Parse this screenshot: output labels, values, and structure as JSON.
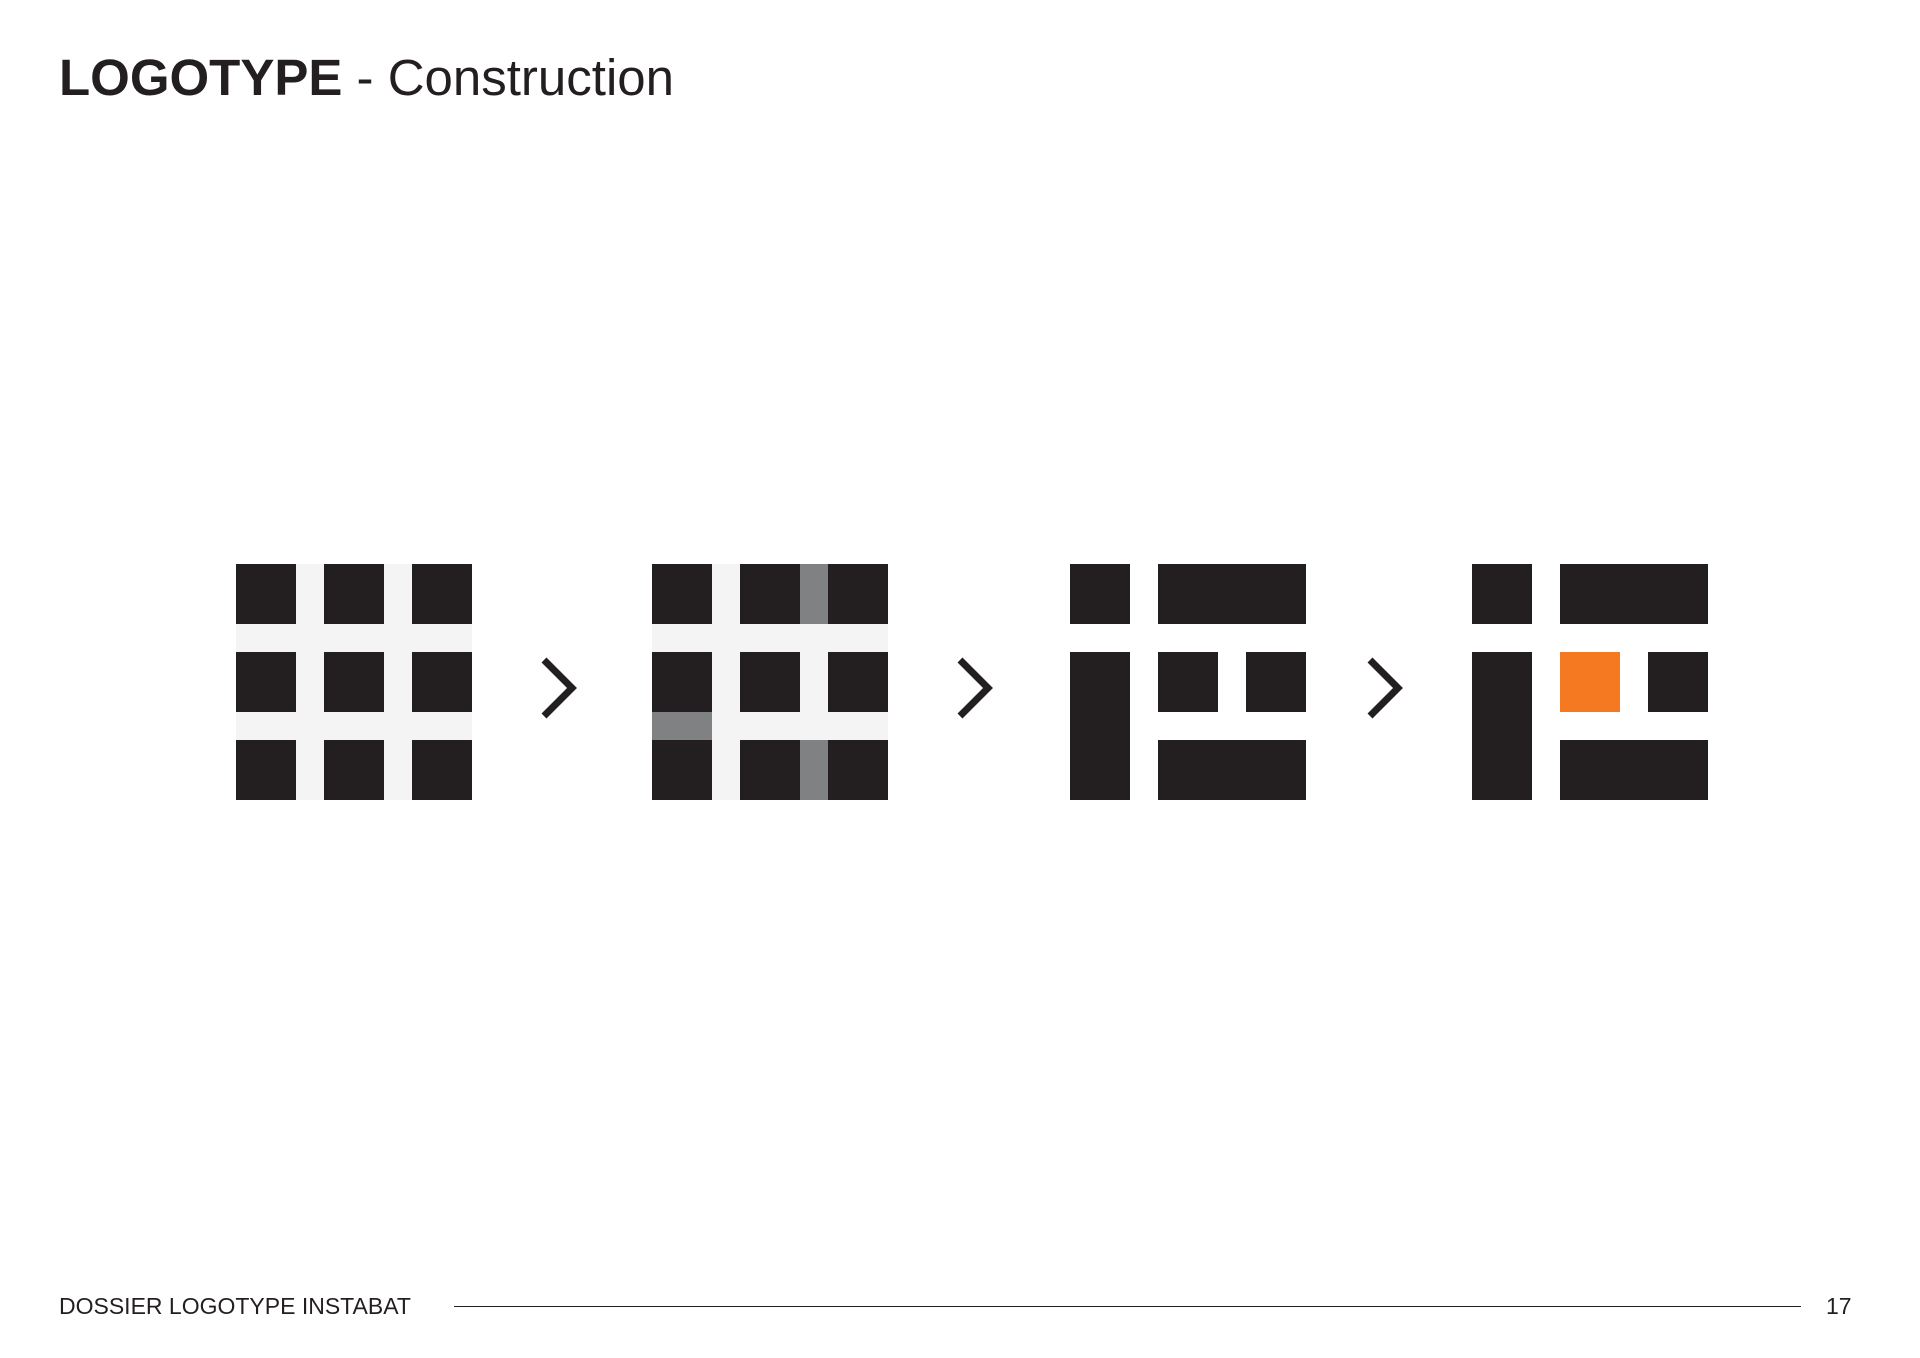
{
  "header": {
    "title_strong": "LOGOTYPE",
    "title_rest": " - Construction"
  },
  "colors": {
    "ink": "#231f20",
    "grid_light": "#f4f4f4",
    "grid_gray": "#808183",
    "accent_orange": "#f47920",
    "background": "#ffffff"
  },
  "construction_steps": [
    {
      "name": "construction-step-1-grid",
      "icon": "grid-3x3-icon"
    },
    {
      "name": "construction-step-2-merge-highlight",
      "icon": "grid-merge-highlight-icon"
    },
    {
      "name": "construction-step-3-merged-blocks",
      "icon": "merged-blocks-icon"
    },
    {
      "name": "construction-step-4-final-logo",
      "icon": "instabat-logo-icon"
    }
  ],
  "arrows": [
    "chevron-right-icon",
    "chevron-right-icon",
    "chevron-right-icon"
  ],
  "footer": {
    "document_label": "DOSSIER LOGOTYPE INSTABAT",
    "page_number": "17"
  }
}
